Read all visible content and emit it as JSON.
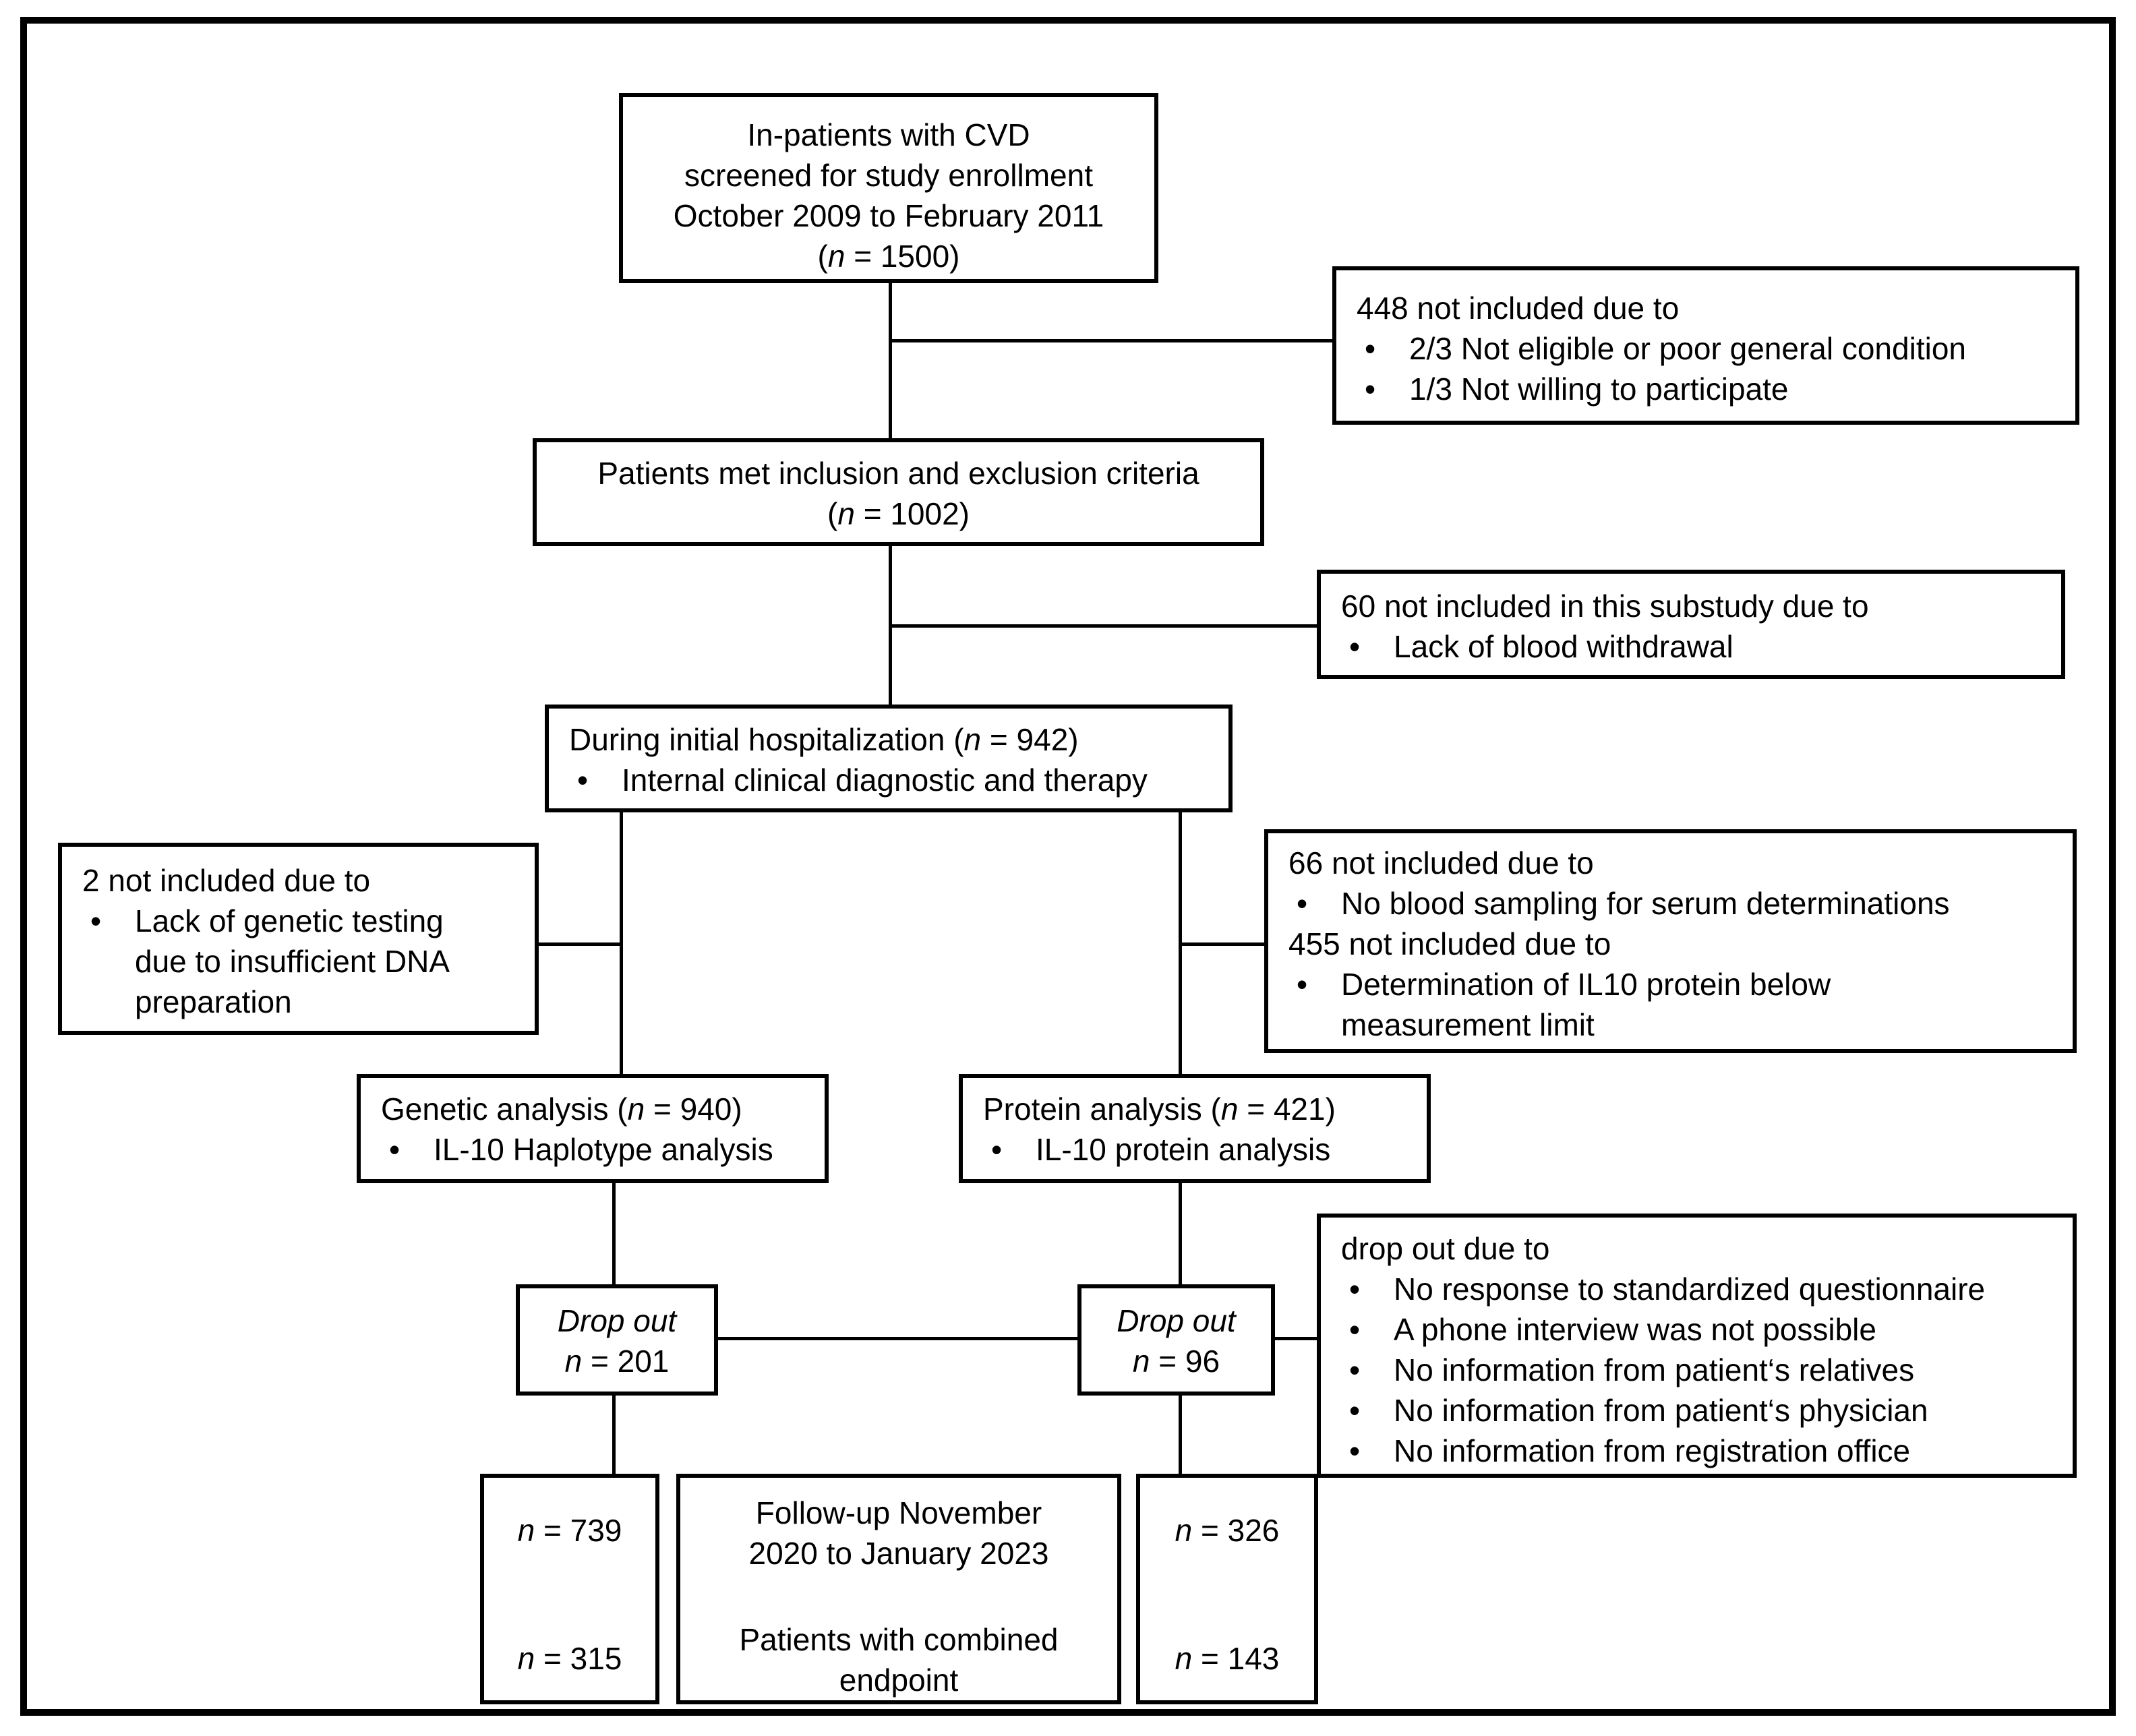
{
  "figure": {
    "background_color": "#ffffff",
    "line_color": "#000000",
    "bullet_char": "•"
  },
  "boxes": {
    "screened": {
      "lines": [
        {
          "t": "p",
          "parts": [
            "In-patients with CVD"
          ]
        },
        {
          "t": "p",
          "parts": [
            "screened for study enrollment"
          ]
        },
        {
          "t": "p",
          "parts": [
            "October 2009 to February 2011"
          ]
        },
        {
          "t": "p",
          "parts": [
            "(",
            {
              "i": "n"
            },
            " = 1500)"
          ]
        }
      ]
    },
    "excl448": {
      "lines": [
        {
          "t": "p",
          "parts": [
            "448 not included due to"
          ]
        },
        {
          "t": "b",
          "parts": [
            "2/3 Not eligible or poor general condition"
          ]
        },
        {
          "t": "b",
          "parts": [
            "1/3 Not willing to participate"
          ]
        }
      ]
    },
    "inclusion": {
      "lines": [
        {
          "t": "p",
          "parts": [
            "Patients met inclusion and exclusion criteria"
          ]
        },
        {
          "t": "p",
          "parts": [
            "(",
            {
              "i": "n"
            },
            " = 1002)"
          ]
        }
      ]
    },
    "excl60": {
      "lines": [
        {
          "t": "p",
          "parts": [
            "60 not included in this substudy due to"
          ]
        },
        {
          "t": "b",
          "parts": [
            "Lack of blood withdrawal"
          ]
        }
      ]
    },
    "hospitalization": {
      "lines": [
        {
          "t": "p",
          "parts": [
            "During initial hospitalization (",
            {
              "i": "n"
            },
            " = 942)"
          ]
        },
        {
          "t": "b",
          "parts": [
            "Internal clinical diagnostic and therapy"
          ]
        }
      ]
    },
    "excl2": {
      "lines": [
        {
          "t": "p",
          "parts": [
            "2 not included due to"
          ]
        },
        {
          "t": "b",
          "parts": [
            "Lack of genetic testing"
          ]
        },
        {
          "t": "c",
          "parts": [
            "due to insufficient DNA"
          ]
        },
        {
          "t": "c",
          "parts": [
            "preparation"
          ]
        }
      ]
    },
    "excl66": {
      "lines": [
        {
          "t": "p",
          "parts": [
            "66 not included due to"
          ]
        },
        {
          "t": "b",
          "parts": [
            "No blood sampling for serum determinations"
          ]
        },
        {
          "t": "p",
          "parts": [
            "455 not included due to"
          ]
        },
        {
          "t": "b",
          "parts": [
            "Determination of IL10 protein below"
          ]
        },
        {
          "t": "c",
          "parts": [
            "measurement limit"
          ]
        }
      ]
    },
    "genetic": {
      "lines": [
        {
          "t": "p",
          "parts": [
            "Genetic analysis (",
            {
              "i": "n"
            },
            " = 940)"
          ]
        },
        {
          "t": "b",
          "parts": [
            "IL-10 Haplotype analysis"
          ]
        }
      ]
    },
    "protein": {
      "lines": [
        {
          "t": "p",
          "parts": [
            "Protein analysis (",
            {
              "i": "n"
            },
            " = 421)"
          ]
        },
        {
          "t": "b",
          "parts": [
            "IL-10 protein analysis"
          ]
        }
      ]
    },
    "dropout_left": {
      "lines": [
        {
          "t": "p",
          "parts": [
            {
              "i": "Drop out"
            }
          ]
        },
        {
          "t": "p",
          "parts": [
            {
              "i": "n"
            },
            " = 201"
          ]
        }
      ]
    },
    "dropout_right": {
      "lines": [
        {
          "t": "p",
          "parts": [
            {
              "i": "Drop out"
            }
          ]
        },
        {
          "t": "p",
          "parts": [
            {
              "i": "n"
            },
            " = 96"
          ]
        }
      ]
    },
    "dropout_reasons": {
      "lines": [
        {
          "t": "p",
          "parts": [
            "drop out due to"
          ]
        },
        {
          "t": "b",
          "parts": [
            "No response to standardized questionnaire"
          ]
        },
        {
          "t": "b",
          "parts": [
            "A phone interview was not possible"
          ]
        },
        {
          "t": "b",
          "parts": [
            "No information from patient‘s relatives"
          ]
        },
        {
          "t": "b",
          "parts": [
            "No information from patient‘s physician"
          ]
        },
        {
          "t": "b",
          "parts": [
            "No information from registration office"
          ]
        }
      ]
    },
    "n739": {
      "lines": [
        {
          "t": "p",
          "parts": [
            {
              "i": "n"
            },
            " = 739"
          ]
        },
        {
          "t": "p",
          "parts": [
            {
              "i": "n"
            },
            " = 315"
          ]
        }
      ]
    },
    "followup": {
      "lines": [
        {
          "t": "p",
          "parts": [
            "Follow-up November"
          ]
        },
        {
          "t": "p",
          "parts": [
            "2020 to January 2023"
          ]
        },
        {
          "t": "p",
          "parts": [
            "Patients with combined"
          ]
        },
        {
          "t": "p",
          "parts": [
            "endpoint"
          ]
        }
      ]
    },
    "n326": {
      "lines": [
        {
          "t": "p",
          "parts": [
            {
              "i": "n"
            },
            " = 326"
          ]
        },
        {
          "t": "p",
          "parts": [
            {
              "i": "n"
            },
            " = 143"
          ]
        }
      ]
    }
  }
}
